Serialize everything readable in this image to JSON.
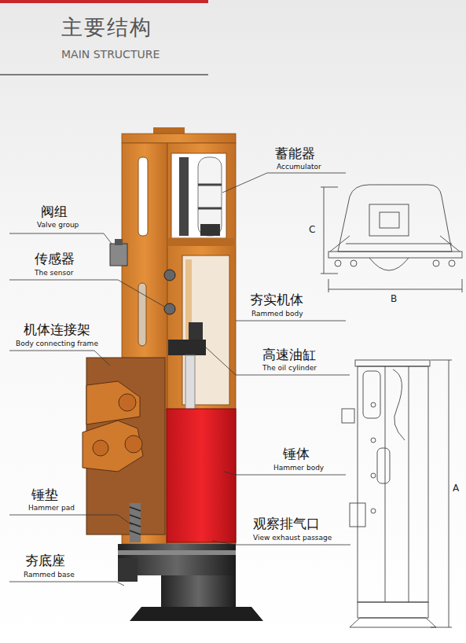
{
  "diagram": {
    "title": "主要结构",
    "labels": [
      "MAIN STRUCTURE",
      "阀组",
      "Valve group",
      "传感器",
      "The sensor",
      "机体连接架",
      "Body connecting frame",
      "锤垫",
      "Hammer pad",
      "夯底座",
      "Rammed base",
      "蓄能器",
      "Accumulator",
      "夯实机体",
      "Rammed body",
      "高速油缸",
      "The oil cylinder",
      "锤体",
      "Hammer body",
      "观察排气口",
      "View exhaust passage",
      "C",
      "B",
      "A"
    ]
  }
}
